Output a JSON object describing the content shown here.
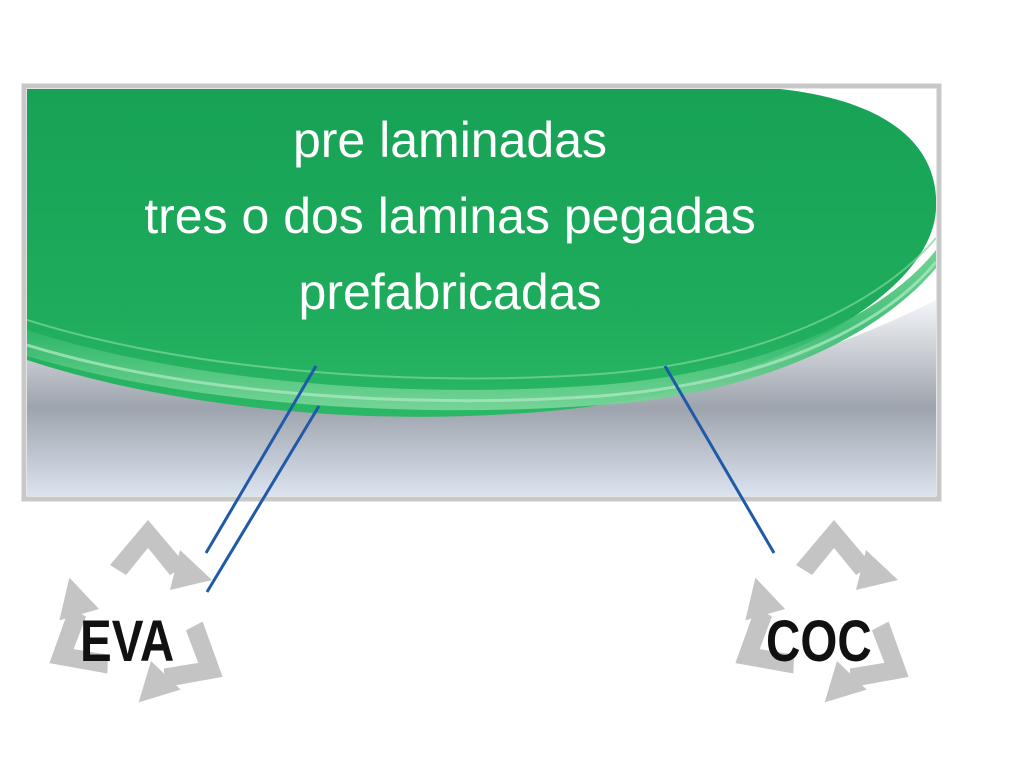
{
  "caption": {
    "line1": "pre laminadas",
    "line2": "tres o dos laminas pegadas",
    "line3": "prefabricadas"
  },
  "labels": {
    "left": "EVA",
    "right": "COC"
  },
  "colors": {
    "lens_green": "#1fa85a",
    "frame_gray": "#c8c8c8",
    "leader_blue": "#1f5aa8",
    "recycle_gray": "#c4c4c4",
    "label_black": "#111111"
  },
  "icons": {
    "left": "recycle-icon",
    "right": "recycle-icon"
  }
}
